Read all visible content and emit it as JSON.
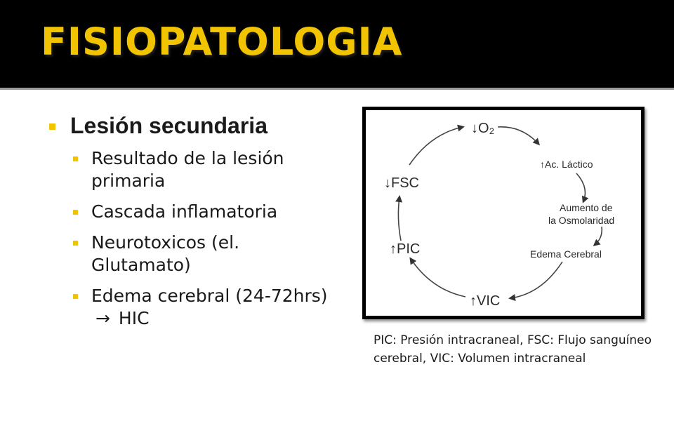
{
  "slide": {
    "title": "FISIOPATOLOGIA",
    "main_bullet": "Lesión secundaria",
    "sub_bullets": [
      "Resultado de la lesión primaria",
      "Cascada inflamatoria",
      "Neurotoxicos (el. Glutamato)"
    ],
    "last_bullet": {
      "text": "Edema cerebral (24-72hrs)",
      "arrow": "→",
      "suffix": "HIC"
    },
    "caption": "PIC: Presión intracraneal, FSC: Flujo sanguíneo cerebral, VIC: Volumen intracraneal"
  },
  "diagram": {
    "nodes": [
      {
        "arrow": "↓",
        "text": "O₂"
      },
      {
        "arrow": "↑",
        "text": "Ac. Láctico"
      },
      {
        "arrow": "",
        "text": "Aumento de"
      },
      {
        "arrow": "",
        "text": "la Osmolaridad"
      },
      {
        "arrow": "",
        "text": "Edema Cerebral"
      },
      {
        "arrow": "↑",
        "text": "VIC"
      },
      {
        "arrow": "↑",
        "text": "PIC"
      },
      {
        "arrow": "↓",
        "text": "FSC"
      }
    ]
  },
  "colors": {
    "title": "#f2c300",
    "bullet": "#f2c300",
    "header_bg": "#000000"
  }
}
